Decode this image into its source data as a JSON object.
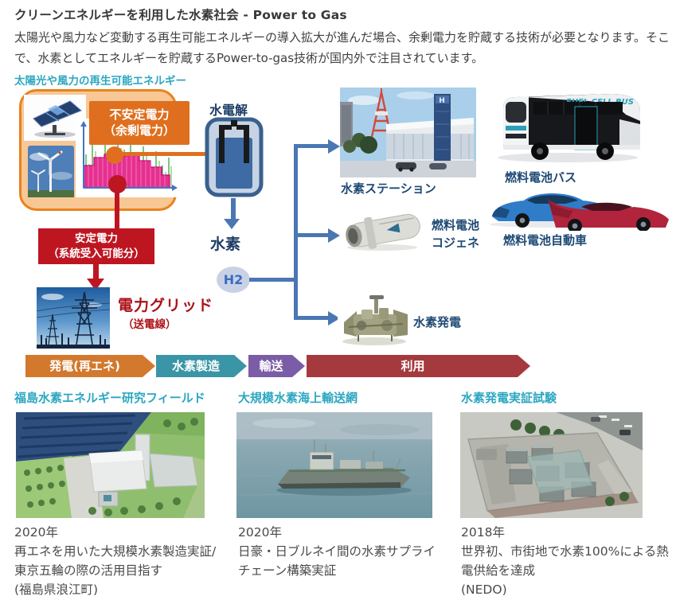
{
  "page": {
    "title": "クリーンエネルギーを利用した水素社会 - Power to Gas",
    "intro": "太陽光や風力など変動する再生可能エネルギーの導入拡大が進んだ場合、余剰電力を貯蔵する技術が必要となります。そこで、水素としてエネルギーを貯蔵するPower-to-gas技術が国内外で注目されています。"
  },
  "diagram": {
    "renewable_label": "太陽光や風力の再生可能エネルギー",
    "unstable_power_line1": "不安定電力",
    "unstable_power_line2": "（余剰電力）",
    "stable_power_line1": "安定電力",
    "stable_power_line2": "（系統受入可能分）",
    "electrolysis_label": "水電解",
    "hydrogen_label": "水素",
    "h2_symbol": "H2",
    "grid_label": "電力グリッド",
    "grid_sublabel": "（送電線）",
    "station_label": "水素ステーション",
    "station_sign_letter": "H",
    "bus_label": "燃料電池バス",
    "bus_banner": "FUEL CELL BUS",
    "car_label": "燃料電池自動車",
    "cogen_label_line1": "燃料電池",
    "cogen_label_line2": "コジェネ",
    "power_gen_label": "水素発電"
  },
  "process_flow": [
    {
      "label": "発電(再エネ)",
      "color": "#D2792E"
    },
    {
      "label": "水素製造",
      "color": "#3A95A6"
    },
    {
      "label": "輸送",
      "color": "#7B5CA6"
    },
    {
      "label": "利用",
      "color": "#A53A3E"
    }
  ],
  "projects": [
    {
      "heading": "福島水素エネルギー研究フィールド",
      "lines": [
        "2020年",
        "再エネを用いた大規模水素製造実証/",
        "東京五輪の際の活用目指す",
        "(福島県浪江町)"
      ]
    },
    {
      "heading": "大規模水素海上輸送網",
      "lines": [
        "2020年",
        "日豪・日ブルネイ間の水素サプライ",
        "チェーン構築実証"
      ]
    },
    {
      "heading": "水素発電実証試験",
      "lines": [
        "2018年",
        "世界初、市街地で水素100%による熱",
        "電供給を達成",
        "(NEDO)"
      ]
    }
  ],
  "colors": {
    "heading_cyan": "#2BA7C1",
    "orange_border": "#E9821D",
    "orange_fill": "#F7C795",
    "orange_label": "#DF6F1E",
    "red_label": "#BE1621",
    "red_text": "#AD1219",
    "navy_text": "#1F4A75",
    "dark_navy_text": "#1D3C66",
    "flow_blue": "#4A77B4",
    "h2_bubble": "#C9D1E5"
  }
}
